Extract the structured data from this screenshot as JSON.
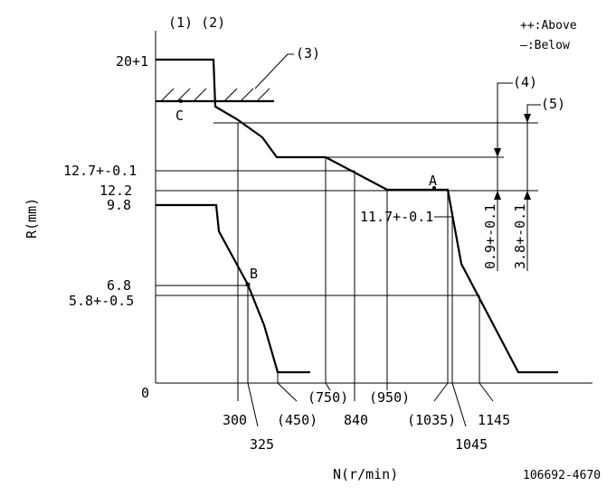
{
  "header": {
    "ref_marks": "(1) (2)",
    "legend_above": "++:Above",
    "legend_below": "—:Below",
    "figure_id": "106692-4670"
  },
  "axes": {
    "ylabel": "R(mm)",
    "xlabel": "N(r/min)",
    "origin": "0"
  },
  "callouts": {
    "c3": "(3)",
    "c4": "(4)",
    "c5": "(5)"
  },
  "points": {
    "A": "A",
    "B": "B",
    "C": "C"
  },
  "y_labels": {
    "top": "20+1",
    "y127": "12.7+-0.1",
    "y122": "12.2",
    "y98": "9.8",
    "y68": "6.8",
    "y58": "5.8+-0.5"
  },
  "x_labels": {
    "x300": "300",
    "x325": "325",
    "x450": "(450)",
    "x750": "(750)",
    "x840": "840",
    "x950": "(950)",
    "x1035": "(1035)",
    "x1045": "1045",
    "x1145": "1145"
  },
  "annotations": {
    "a117": "11.7+-0.1",
    "dim09": "0.9+-0.1",
    "dim38": "3.8+-0.1"
  }
}
